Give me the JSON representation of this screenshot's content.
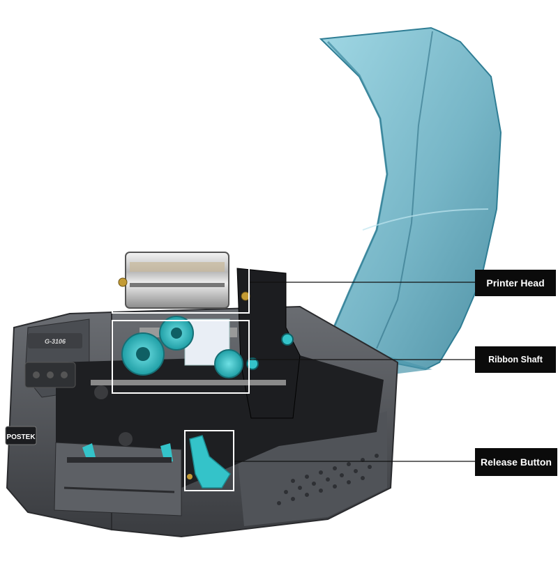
{
  "diagram": {
    "brand_label": "POSTEK",
    "model_badge": "G-3106",
    "callouts": [
      {
        "id": "printer-head",
        "label": "Printer Head"
      },
      {
        "id": "ribbon-shaft",
        "label": "Ribbon Shaft"
      },
      {
        "id": "release-button",
        "label": "Release Button"
      }
    ]
  },
  "colors": {
    "cover": "#5fa9bd",
    "cover_dark": "#3f8aa0",
    "body": "#55585d",
    "body_dark": "#35373b",
    "interior": "#1e1f22",
    "accent": "#34c3c9",
    "label_bg": "#0b0b0b",
    "label_text": "#ffffff",
    "highlight_box": "#ffffff"
  }
}
